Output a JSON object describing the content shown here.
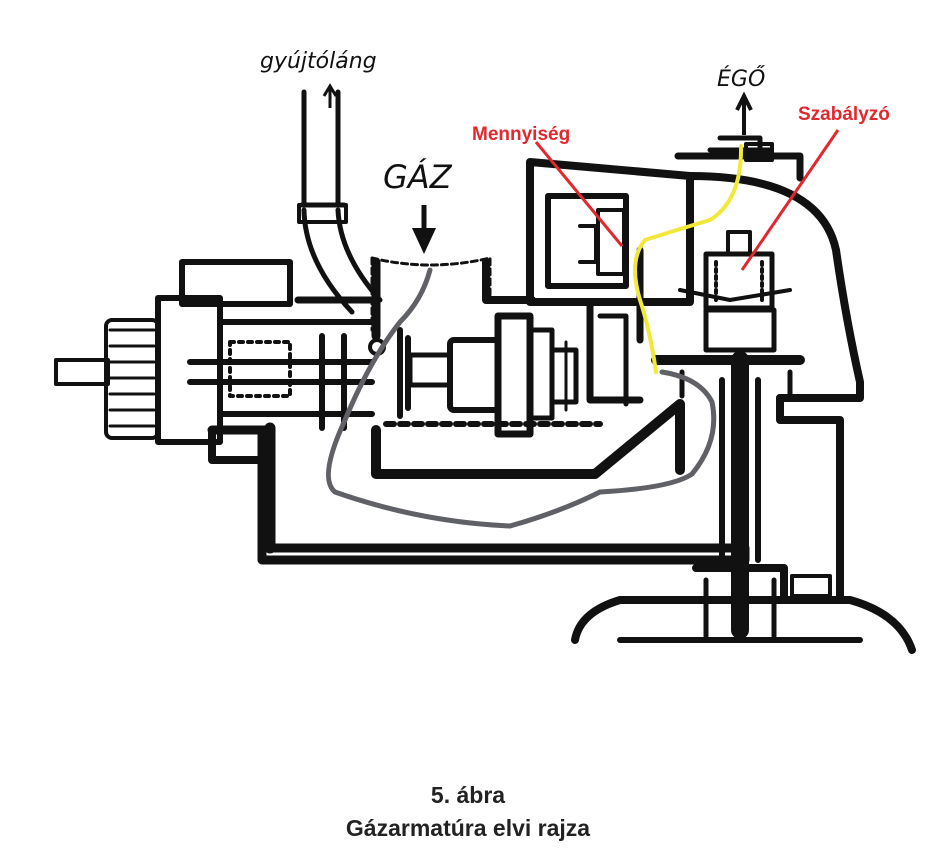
{
  "labels": {
    "pilot_flame": "gyújtóláng",
    "gas": "GÁZ",
    "burner": "ÉGŐ",
    "quantity": "Mennyiség",
    "regulator": "Szabályzó"
  },
  "caption": {
    "figure_number": "5. ábra",
    "title": "Gázarmatúra elvi rajza"
  },
  "colors": {
    "ink": "#111111",
    "highlight_red": "#e0282e",
    "gas_path_gray": "#5f6166",
    "pilot_path_yellow": "#f2e83a"
  }
}
